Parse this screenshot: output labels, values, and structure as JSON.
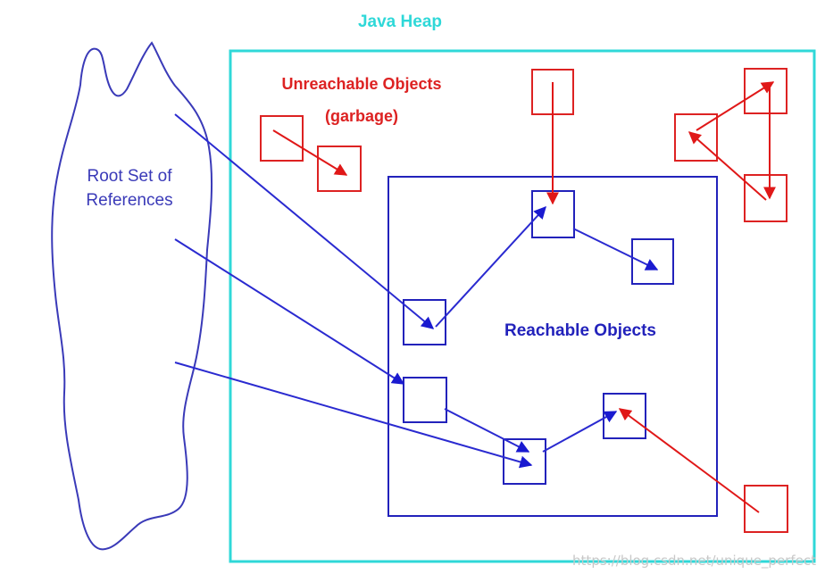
{
  "labels": {
    "heap_title": "Java Heap",
    "unreachable_line1": "Unreachable Objects",
    "unreachable_line2": "(garbage)",
    "root_line1": "Root Set of",
    "root_line2": "References",
    "reachable": "Reachable Objects",
    "watermark": "https://blog.csdn.net/unique_perfect"
  },
  "colors": {
    "heap_border": "#2fd8d8",
    "heap_title": "#2fd8d8",
    "reachable": "#2222bb",
    "unreachable": "#dd2222",
    "root": "#3a3ab8"
  }
}
